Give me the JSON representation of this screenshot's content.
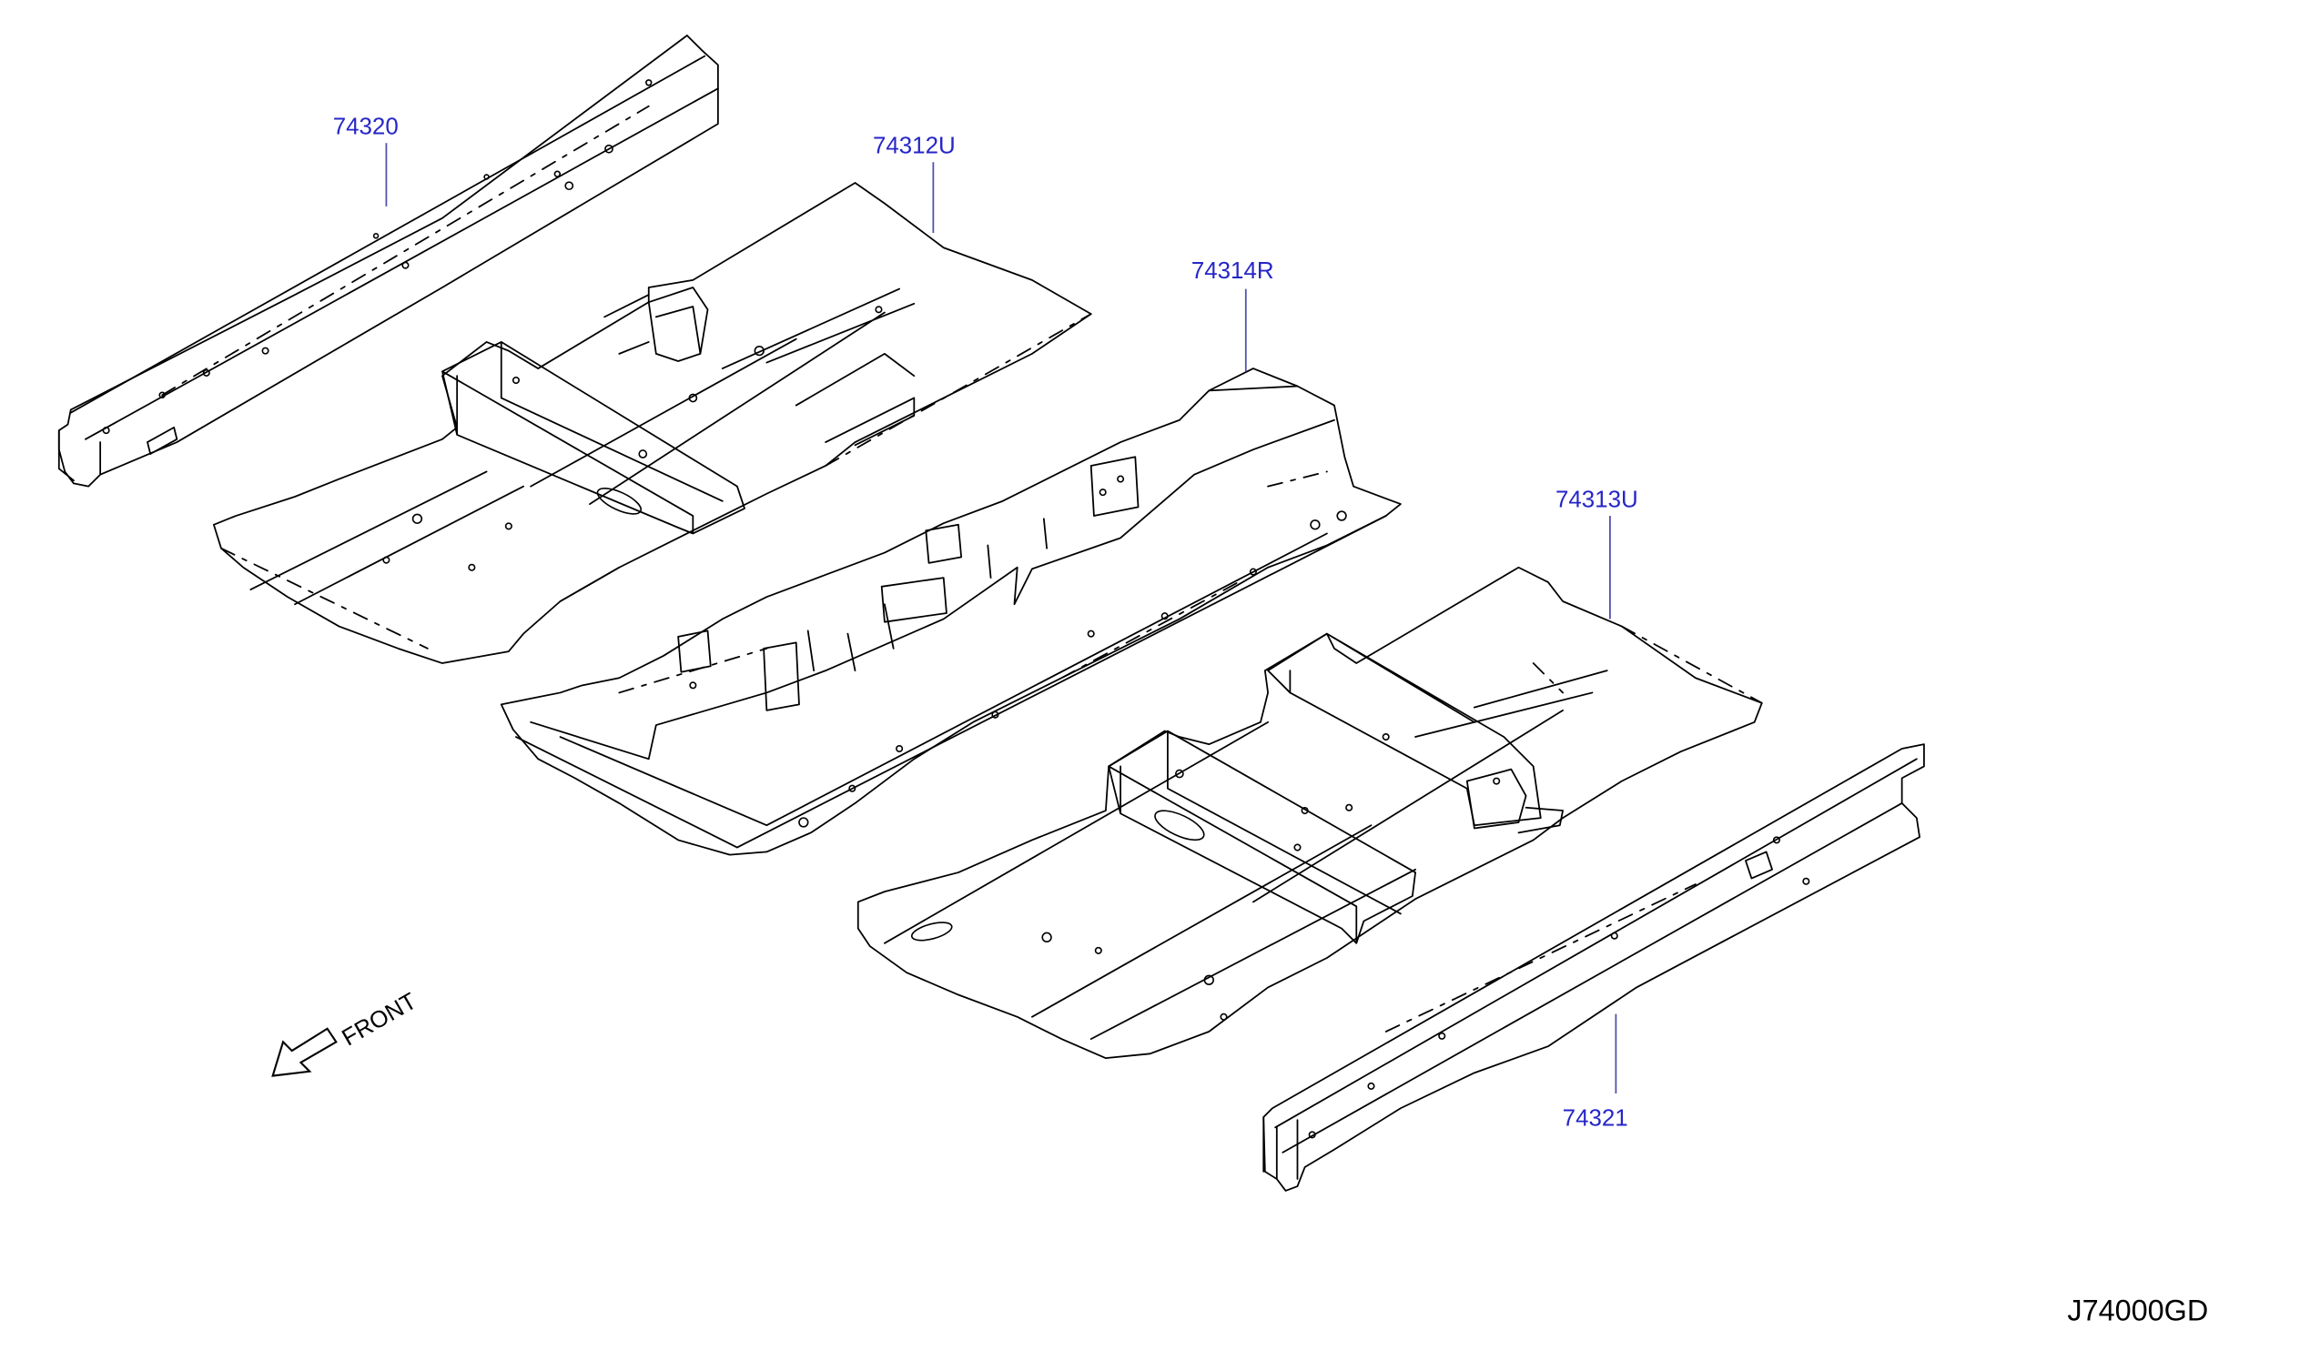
{
  "diagram": {
    "callouts": [
      "74320",
      "74312U",
      "74314R",
      "74313U",
      "74321"
    ],
    "direction_label": "FRONT",
    "diagram_code": "J74000GD"
  },
  "colors": {
    "callout": "#2626c8",
    "leader": "#5050b0",
    "line": "#000000",
    "background": "#ffffff"
  }
}
